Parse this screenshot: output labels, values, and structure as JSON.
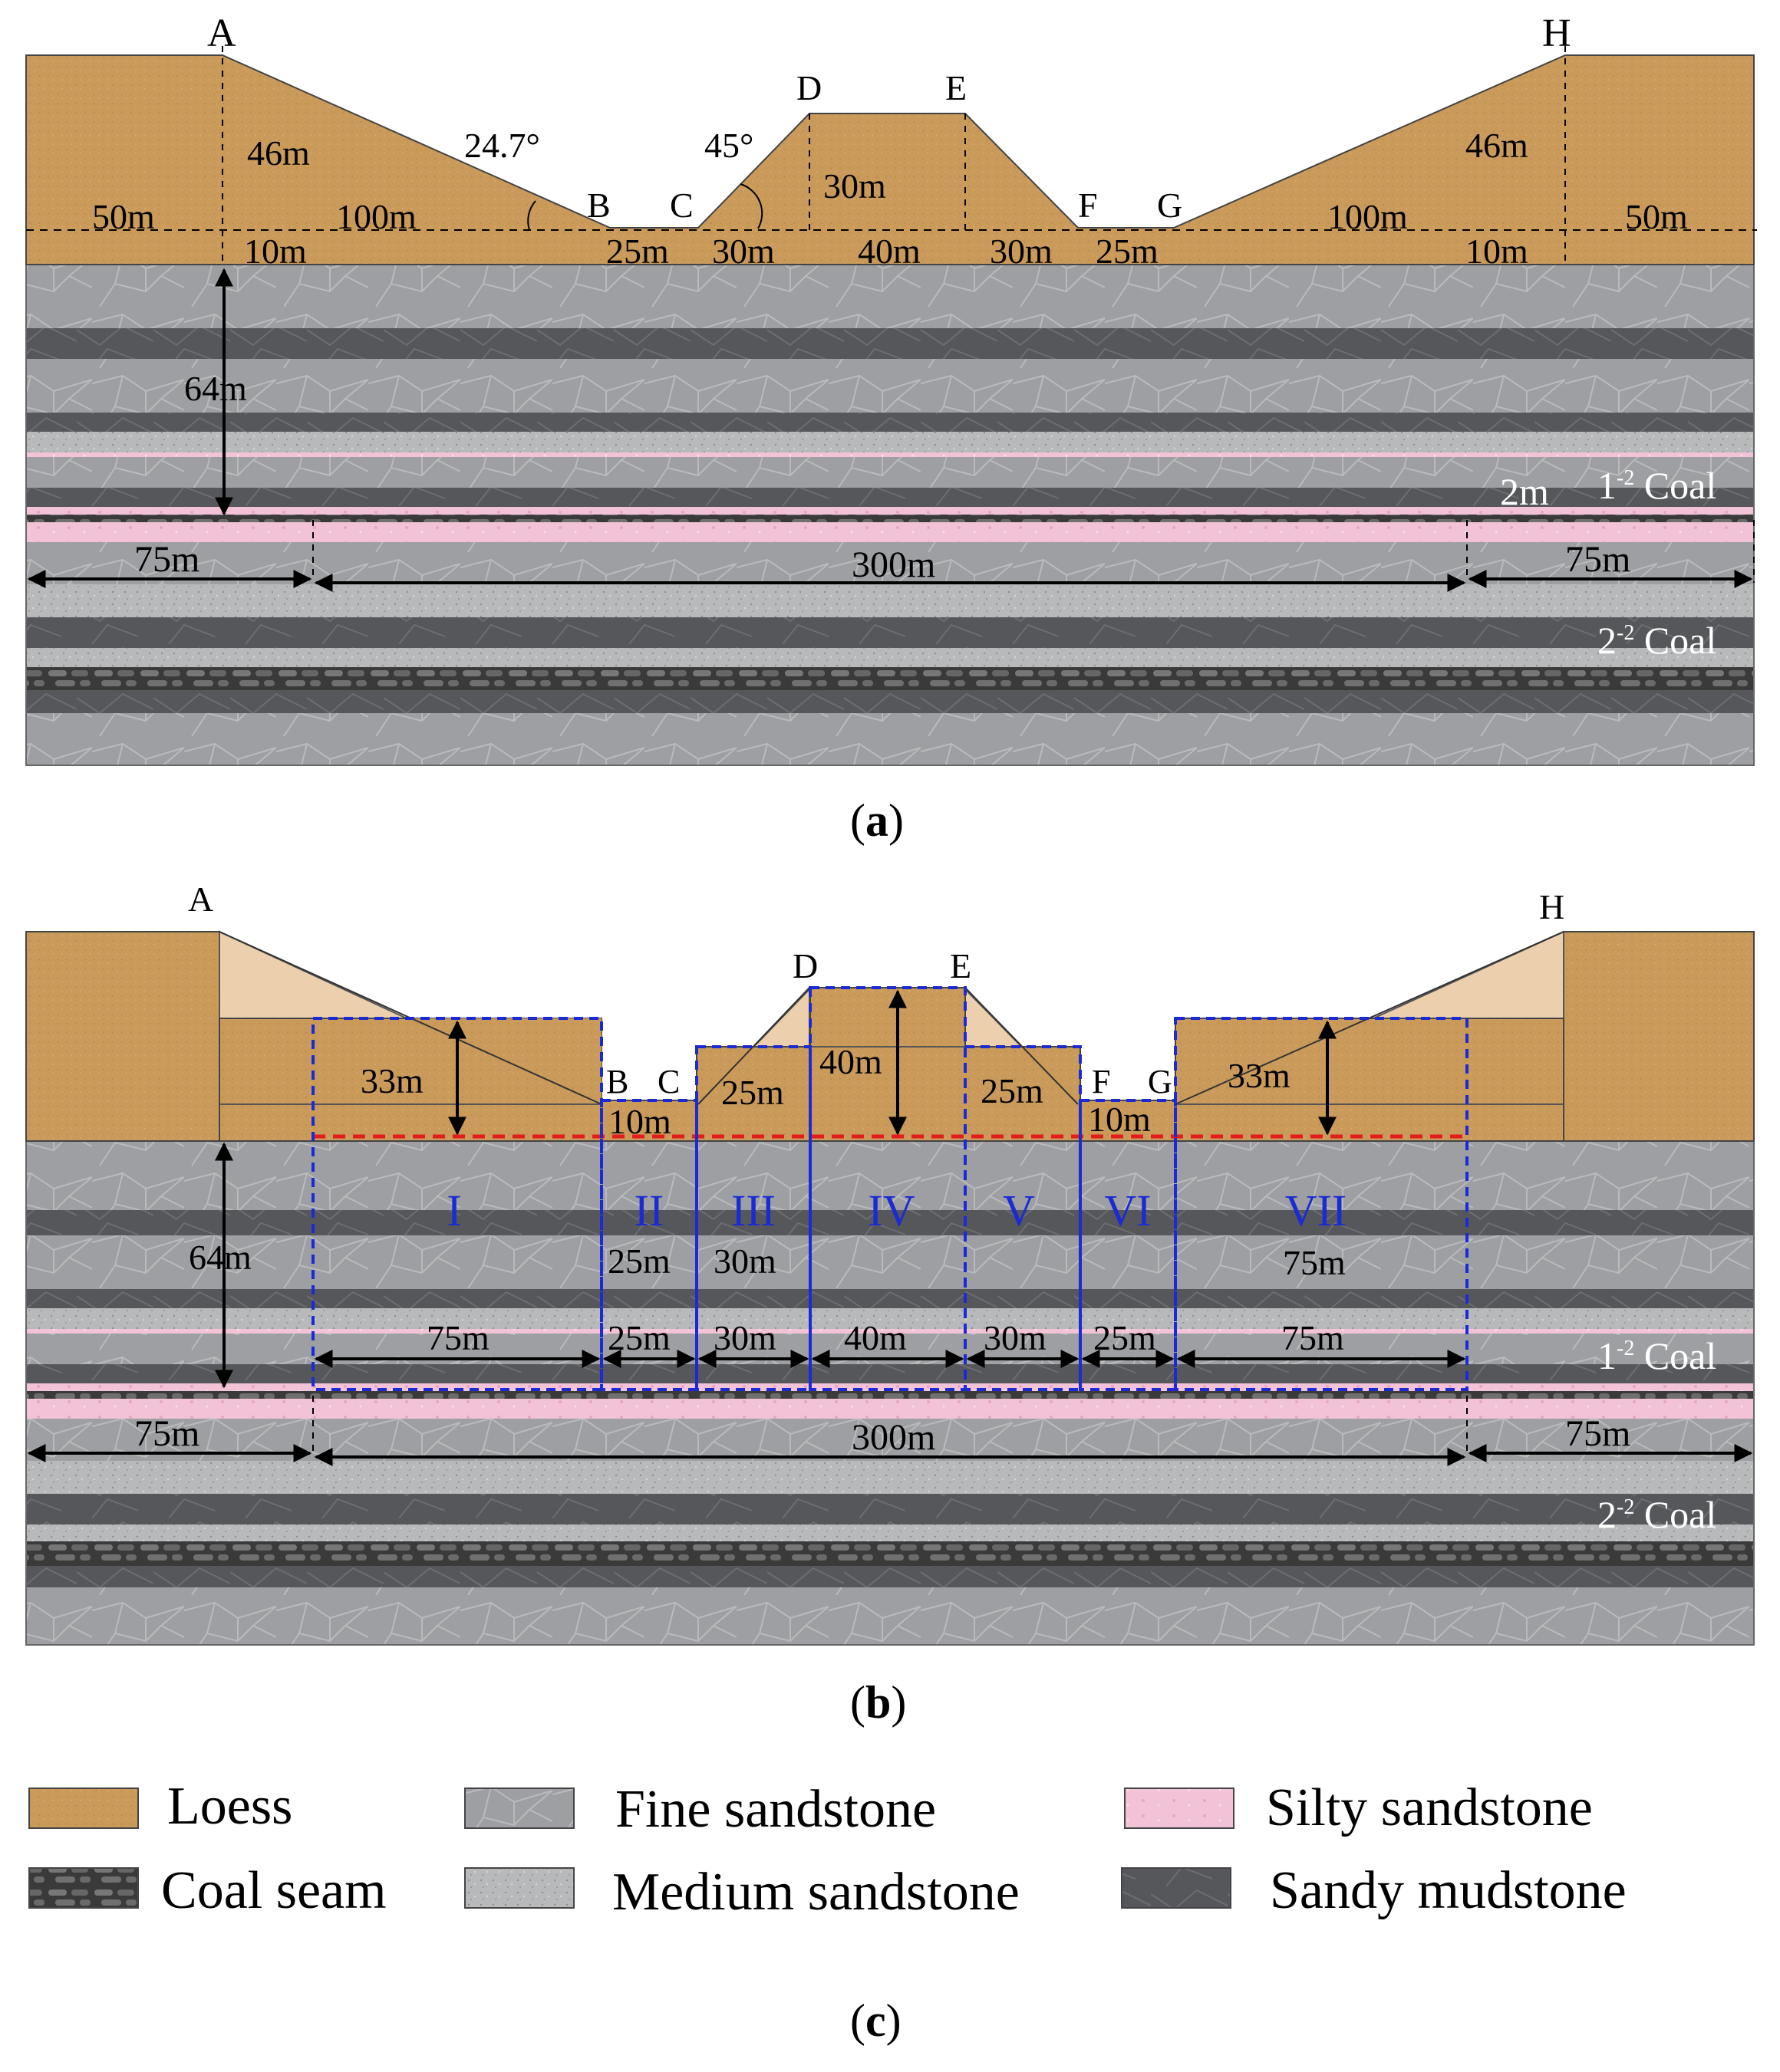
{
  "panel_a": {
    "caption_open": "(",
    "caption_letter": "a",
    "caption_close": ")",
    "points": {
      "A": "A",
      "B": "B",
      "C": "C",
      "D": "D",
      "E": "E",
      "F": "F",
      "G": "G",
      "H": "H"
    },
    "angle_left": "24.7°",
    "angle_mid": "45°",
    "dims": {
      "left_height": "46m",
      "right_height": "46m",
      "center_height": "30m",
      "left_outer": "50m",
      "right_outer": "50m",
      "left_slope": "100m",
      "right_slope": "100m",
      "left_10": "10m",
      "right_10": "10m",
      "bottom_25_left": "25m",
      "bottom_30_left": "30m",
      "bottom_40": "40m",
      "bottom_30_right": "30m",
      "bottom_25_right": "25m",
      "depth": "64m",
      "coal_thickness": "2m",
      "left_75": "75m",
      "span_300": "300m",
      "right_75": "75m"
    },
    "coal_1": "1",
    "coal_1_sup": "-2",
    "coal_1_word": " Coal",
    "coal_2": "2",
    "coal_2_sup": "-2",
    "coal_2_word": " Coal"
  },
  "panel_b": {
    "caption_open": "(",
    "caption_letter": "b",
    "caption_close": ")",
    "points": {
      "A": "A",
      "B": "B",
      "C": "C",
      "D": "D",
      "E": "E",
      "F": "F",
      "G": "G",
      "H": "H"
    },
    "dims": {
      "left_33": "33m",
      "right_33": "33m",
      "bc_10": "10m",
      "fg_10": "10m",
      "c_25": "25m",
      "e_25": "25m",
      "center_40": "40m",
      "depth": "64m",
      "zone2_25": "25m",
      "zone3_30": "30m",
      "zone7_75": "75m",
      "w_75_left": "75m",
      "w_25_left": "25m",
      "w_30_left": "30m",
      "w_40": "40m",
      "w_30_right": "30m",
      "w_25_right": "25m",
      "w_75_right": "75m",
      "left_75": "75m",
      "span_300": "300m",
      "right_75": "75m"
    },
    "zones": [
      "I",
      "II",
      "III",
      "IV",
      "V",
      "VI",
      "VII"
    ],
    "coal_1": "1",
    "coal_1_sup": "-2",
    "coal_1_word": " Coal",
    "coal_2": "2",
    "coal_2_sup": "-2",
    "coal_2_word": " Coal"
  },
  "legend": {
    "caption_open": "(",
    "caption_letter": "c",
    "caption_close": ")",
    "items": [
      {
        "label": "Loess",
        "swatch": "loess"
      },
      {
        "label": "Fine sandstone",
        "swatch": "fine"
      },
      {
        "label": "Silty sandstone",
        "swatch": "silty"
      },
      {
        "label": "Coal seam",
        "swatch": "coal"
      },
      {
        "label": "Medium sandstone",
        "swatch": "medium"
      },
      {
        "label": "Sandy mudstone",
        "swatch": "mud"
      }
    ]
  },
  "colors": {
    "loess": "#c99a5a",
    "loess_light": "#ecd0ae",
    "fine_sandstone": "#9c9ea1",
    "medium_sandstone": "#b9bbbd",
    "sandy_mudstone": "#55565a",
    "silty_sandstone": "#f3c4d8",
    "coal_seam": "#2b2b2b",
    "zone_line": "#1a2bd6",
    "red_line": "#e51c1c"
  }
}
